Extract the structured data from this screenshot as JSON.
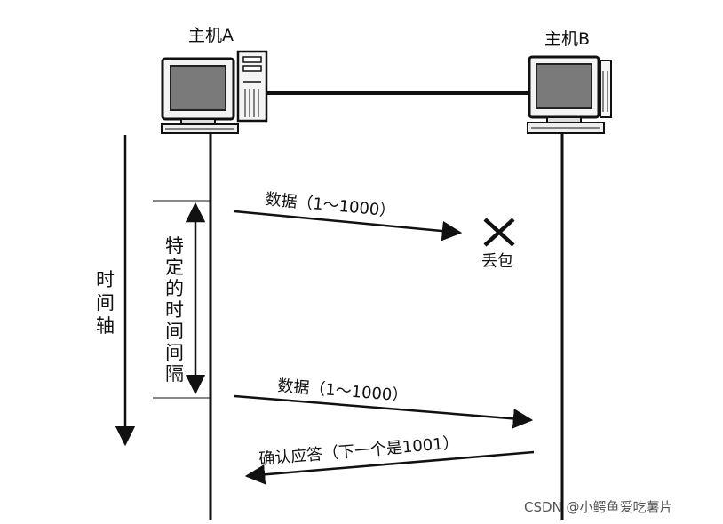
{
  "hosts": {
    "a": {
      "label": "主机A"
    },
    "b": {
      "label": "主机B"
    }
  },
  "time_axis": {
    "label": [
      "时",
      "间",
      "轴"
    ]
  },
  "interval": {
    "label": [
      "特",
      "定",
      "的",
      "时",
      "间",
      "间",
      "隔"
    ]
  },
  "messages": {
    "data1": "数据（1～1000）",
    "loss": "丢包",
    "data2": "数据（1～1000）",
    "ack": "确认应答（下一个是1001）"
  },
  "watermark": "CSDN @小鳄鱼爱吃薯片",
  "colors": {
    "ink": "#111111",
    "screen": "#7a7a7a",
    "watermark": "#555555"
  }
}
